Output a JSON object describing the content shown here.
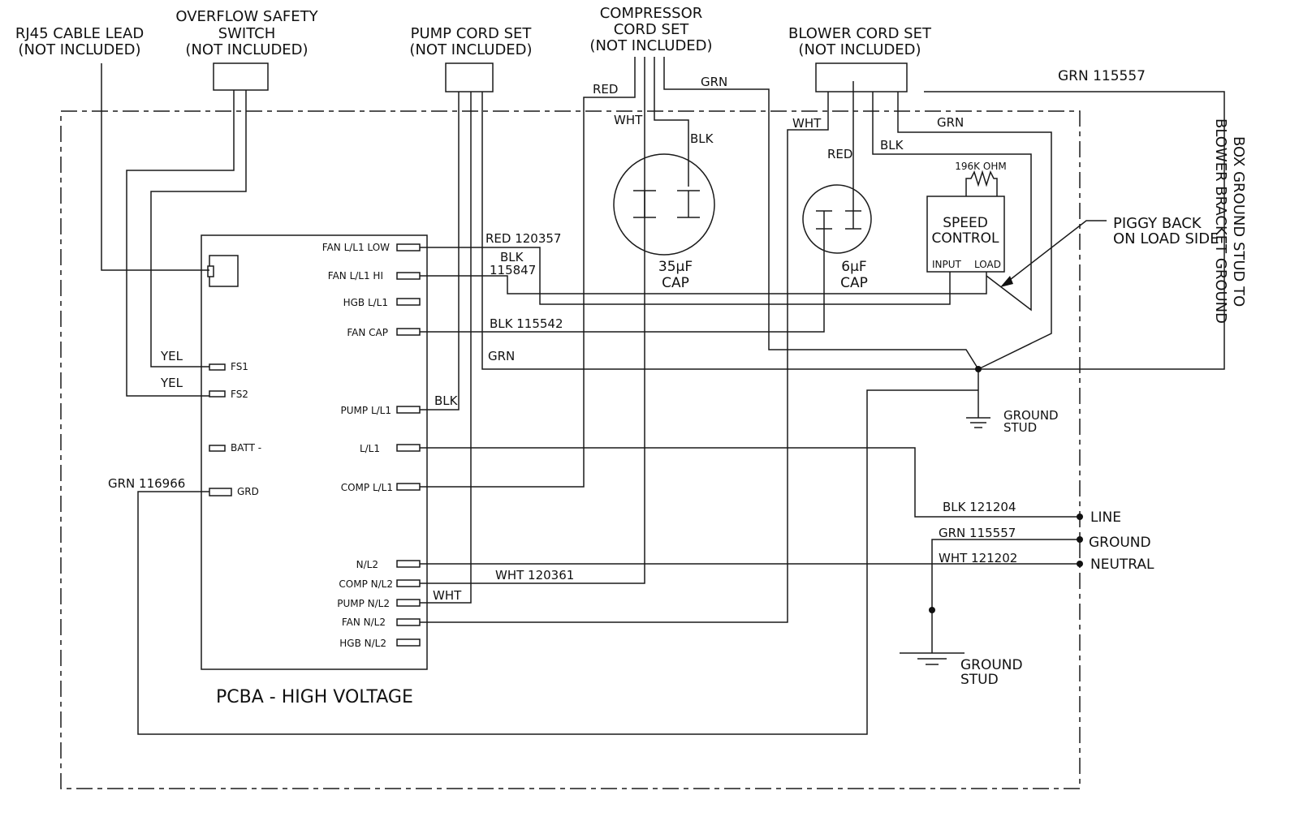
{
  "header": {
    "rj45": [
      "RJ45 CABLE LEAD",
      "(NOT INCLUDED)"
    ],
    "overflow": [
      "OVERFLOW SAFETY",
      "SWITCH",
      "(NOT INCLUDED)"
    ],
    "pump": [
      "PUMP CORD SET",
      "(NOT INCLUDED)"
    ],
    "compressor": [
      "COMPRESSOR",
      "CORD SET",
      "(NOT INCLUDED)"
    ],
    "blower": [
      "BLOWER CORD SET",
      "(NOT INCLUDED)"
    ],
    "box_ground": [
      "BOX GROUND STUD TO",
      "BLOWER BRACKET GROUND"
    ]
  },
  "pcba": {
    "title": "PCBA - HIGH VOLTAGE",
    "right_terminals": [
      "FAN L/L1 LOW",
      "FAN L/L1 HI",
      "HGB L/L1",
      "FAN CAP",
      "PUMP L/L1",
      "L/L1",
      "COMP L/L1",
      "N/L2",
      "COMP N/L2",
      "PUMP N/L2",
      "FAN N/L2",
      "HGB N/L2"
    ],
    "left_terminals": [
      "FS1",
      "FS2",
      "BATT -",
      "GRD"
    ]
  },
  "components": {
    "cap35": [
      "35µF",
      "CAP"
    ],
    "cap6": [
      "6µF",
      "CAP"
    ],
    "speed_control": [
      "SPEED",
      "CONTROL"
    ],
    "speed_input": "INPUT",
    "speed_load": "LOAD",
    "resistor": "196K OHM",
    "piggy_back": [
      "PIGGY BACK",
      "ON LOAD SIDE"
    ],
    "ground_stud_1": [
      "GROUND",
      "STUD"
    ],
    "ground_stud_2": [
      "GROUND",
      "STUD"
    ]
  },
  "wire_labels": {
    "red_comp": "RED",
    "wht_comp": "WHT",
    "blk_comp": "BLK",
    "grn_comp": "GRN",
    "wht_blower": "WHT",
    "red_blower": "RED",
    "blk_blower": "BLK",
    "grn_blower": "GRN",
    "grn_box": "GRN 115557",
    "red_fan_low": "RED 120357",
    "blk_fan_hi": [
      "BLK",
      "115847"
    ],
    "blk_fan_cap": "BLK 115542",
    "grn_pump": "GRN",
    "yel1": "YEL",
    "yel2": "YEL",
    "blk_pump": "BLK",
    "grn_grd": "GRN 116966",
    "blk_line": "BLK 121204",
    "grn_ground": "GRN 115557",
    "wht_neutral": "WHT 121202",
    "wht_nl2": "WHT 120361",
    "wht_pump": "WHT"
  },
  "supply": {
    "line": "LINE",
    "ground": "GROUND",
    "neutral": "NEUTRAL"
  }
}
